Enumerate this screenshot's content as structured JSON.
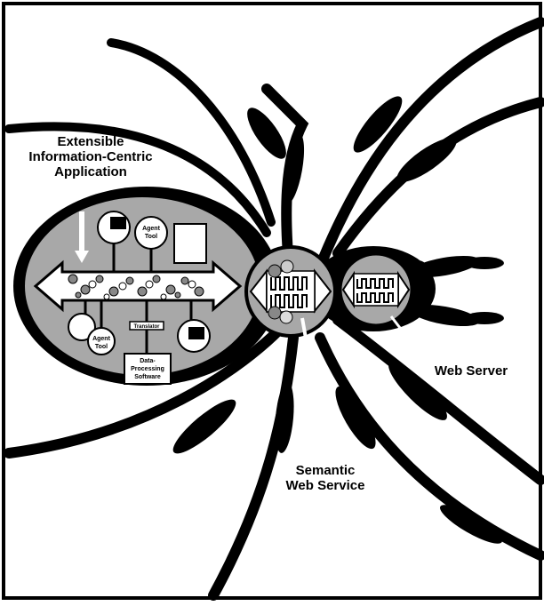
{
  "labels": {
    "app_title_line1": "Extensible",
    "app_title_line2": "Information-Centric",
    "app_title_line3": "Application",
    "service_line1": "Semantic",
    "service_line2": "Web Service",
    "server": "Web Server"
  },
  "components": {
    "agent_tool_top_line1": "Agent",
    "agent_tool_top_line2": "Tool",
    "agent_tool_bottom_line1": "Agent",
    "agent_tool_bottom_line2": "Tool",
    "translator": "Translator",
    "data_processing_line1": "Data-",
    "data_processing_line2": "Processing",
    "data_processing_line3": "Software"
  },
  "colors": {
    "ink": "#000000",
    "body_gray": "#a8a8a8",
    "paper": "#ffffff"
  }
}
